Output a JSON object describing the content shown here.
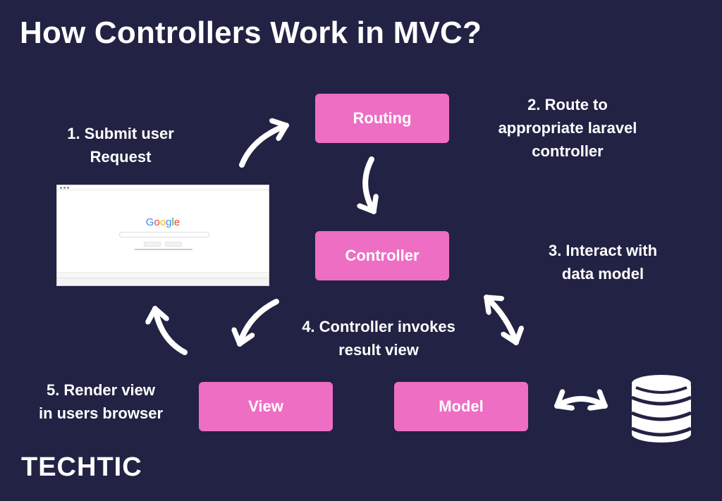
{
  "title": "How Controllers Work in MVC?",
  "boxes": {
    "routing": "Routing",
    "controller": "Controller",
    "view": "View",
    "model": "Model"
  },
  "steps": {
    "s1": [
      "1. Submit user",
      "Request"
    ],
    "s2": [
      "2. Route to",
      "appropriate laravel",
      "controller"
    ],
    "s3": [
      "3. Interact with",
      "data model"
    ],
    "s4": [
      "4. Controller invokes",
      "result view"
    ],
    "s5": [
      "5. Render view",
      "in users browser"
    ]
  },
  "browser": {
    "logo": "Google"
  },
  "logo": "TECHTIC",
  "colors": {
    "background": "#222244",
    "box": "#ee6ec4",
    "text": "#ffffff"
  },
  "icons": {
    "database": "database-icon"
  }
}
